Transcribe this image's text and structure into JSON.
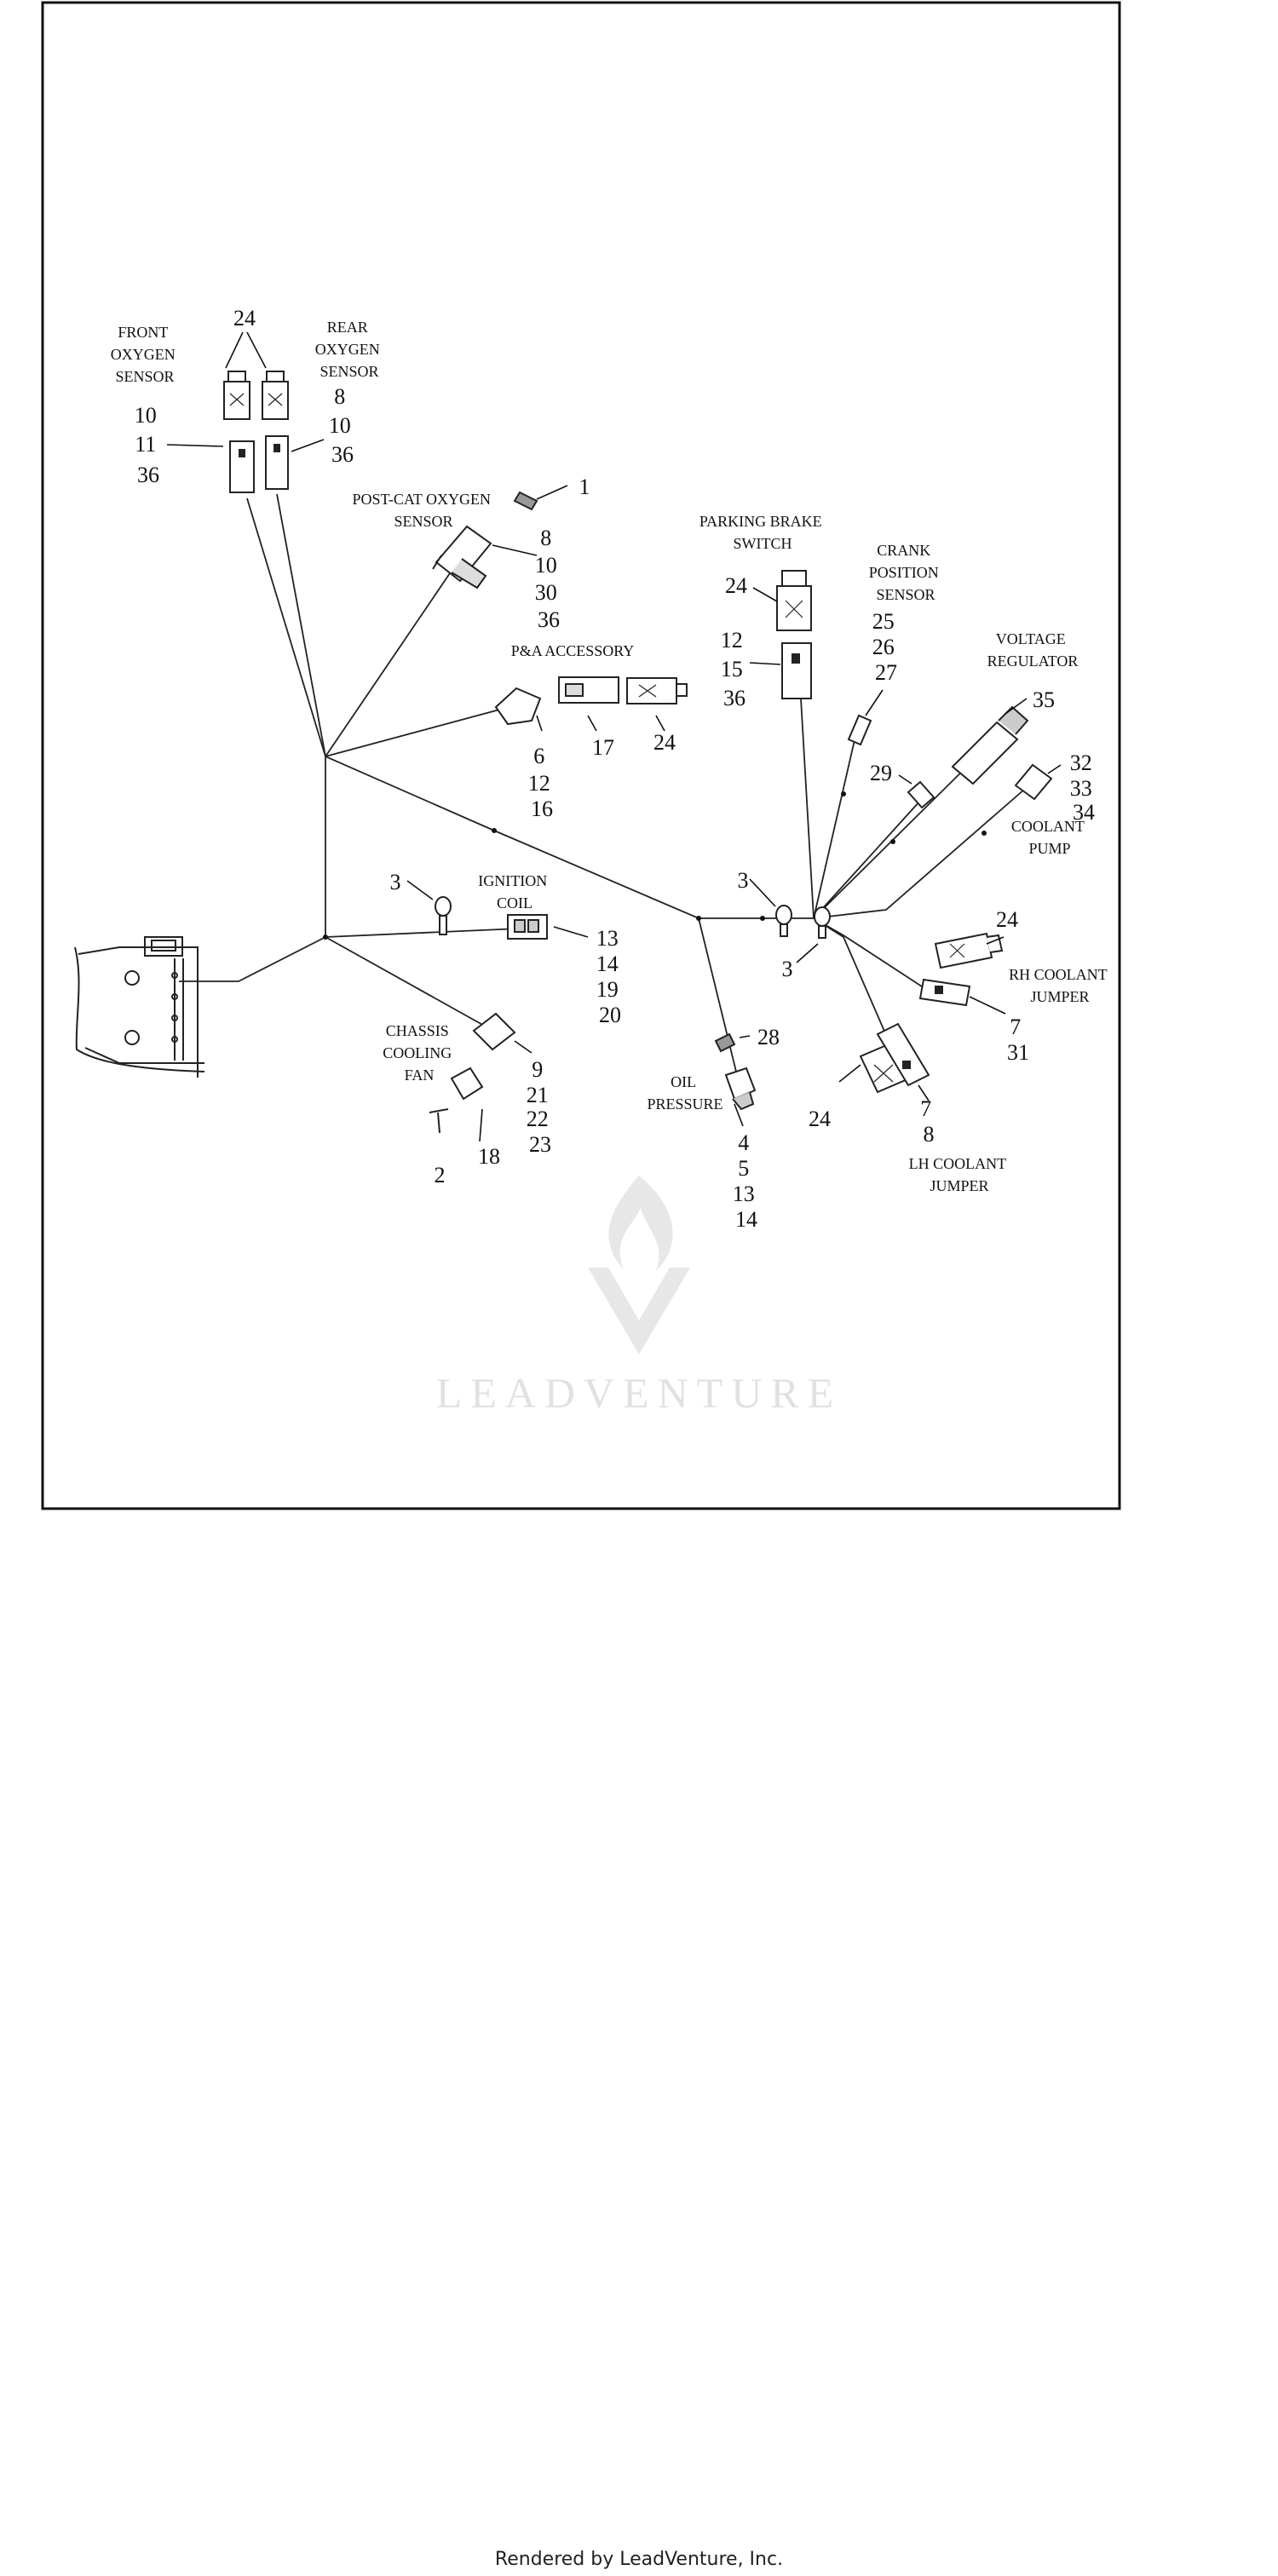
{
  "labels": {
    "front_oxygen": [
      "FRONT",
      "OXYGEN",
      "SENSOR"
    ],
    "rear_oxygen": [
      "REAR",
      "OXYGEN",
      "SENSOR"
    ],
    "post_cat": [
      "POST-CAT OXYGEN",
      "SENSOR"
    ],
    "pa_accessory": [
      "P&A ACCESSORY"
    ],
    "parking_brake": [
      "PARKING BRAKE",
      "SWITCH"
    ],
    "crank_position": [
      "CRANK",
      "POSITION",
      "SENSOR"
    ],
    "voltage_regulator": [
      "VOLTAGE",
      "REGULATOR"
    ],
    "coolant_pump": [
      "COOLANT",
      "PUMP"
    ],
    "ignition_coil": [
      "IGNITION",
      "COIL"
    ],
    "rh_coolant": [
      "RH COOLANT",
      "JUMPER"
    ],
    "chassis_fan": [
      "CHASSIS",
      "COOLING",
      "FAN"
    ],
    "oil_pressure": [
      "OIL",
      "PRESSURE"
    ],
    "lh_coolant": [
      "LH COOLANT",
      "JUMPER"
    ]
  },
  "callouts": {
    "front_top": [
      "24"
    ],
    "front_oxygen": [
      "10",
      "11",
      "36"
    ],
    "rear_oxygen": [
      "8",
      "10",
      "36"
    ],
    "post_cat_clip": [
      "1"
    ],
    "post_cat": [
      "8",
      "10",
      "30",
      "36"
    ],
    "parking_top": [
      "24"
    ],
    "parking": [
      "12",
      "15",
      "36"
    ],
    "crank": [
      "25",
      "26",
      "27"
    ],
    "pa_left": [
      "6",
      "12",
      "16"
    ],
    "pa_mid": [
      "17"
    ],
    "pa_right": [
      "24"
    ],
    "voltage": [
      "35"
    ],
    "coolant_pump": [
      "32",
      "33",
      "34"
    ],
    "crank_29": [
      "29"
    ],
    "ign_ground": [
      "3"
    ],
    "ignition": [
      "13",
      "14",
      "19",
      "20"
    ],
    "ground_upper": [
      "3"
    ],
    "ground_lower": [
      "3"
    ],
    "rh_top": [
      "24"
    ],
    "rh_bottom": [
      "7",
      "31"
    ],
    "chassis_fan": [
      "9",
      "21",
      "22",
      "23"
    ],
    "fan_18": [
      "18"
    ],
    "fan_2": [
      "2"
    ],
    "oil_28": [
      "28"
    ],
    "oil": [
      "4",
      "5",
      "13",
      "14"
    ],
    "lh_left": [
      "24"
    ],
    "lh_right": [
      "7",
      "8"
    ]
  },
  "watermark": "LEADVENTURE",
  "footer": "Rendered by LeadVenture, Inc."
}
